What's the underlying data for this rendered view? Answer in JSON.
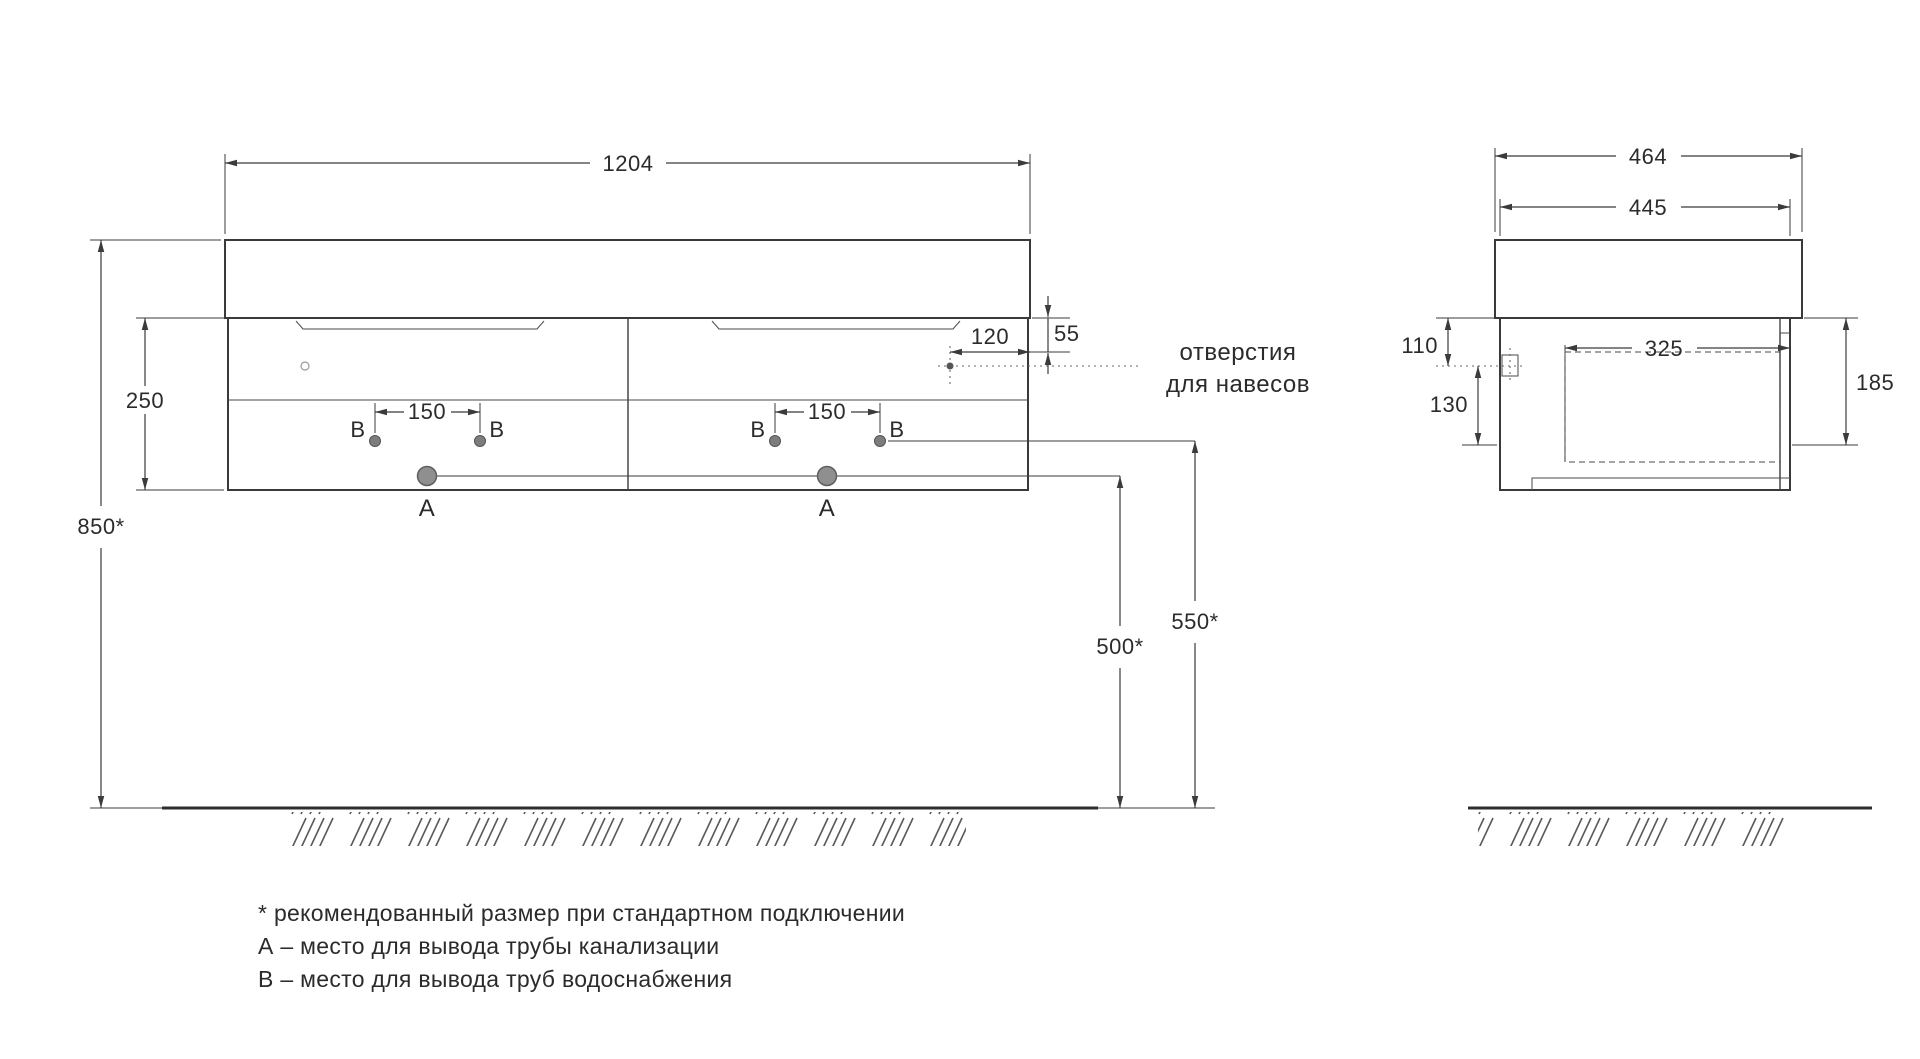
{
  "drawing": {
    "front": {
      "width": "1204",
      "body_height": "250",
      "mount_height": "850*",
      "top_to_hanger": "55",
      "hanger_inset": "120",
      "hanger_note_line1": "отверстия",
      "hanger_note_line2": "для навесов",
      "b_spacing": "150",
      "drain_outlet_height": "500*",
      "water_outlet_height": "550*",
      "label_a": "А",
      "label_b": "В"
    },
    "side": {
      "depth_total": "464",
      "depth_body": "445",
      "drawer_depth": "325",
      "hanger_from_top": "110",
      "hanger_span": "130",
      "inner_height": "185"
    },
    "legend": {
      "note_recommended": "* рекомендованный размер при стандартном подключении",
      "note_a": "А – место для вывода трубы канализации",
      "note_b": "В – место для вывода труб водоснабжения"
    }
  }
}
